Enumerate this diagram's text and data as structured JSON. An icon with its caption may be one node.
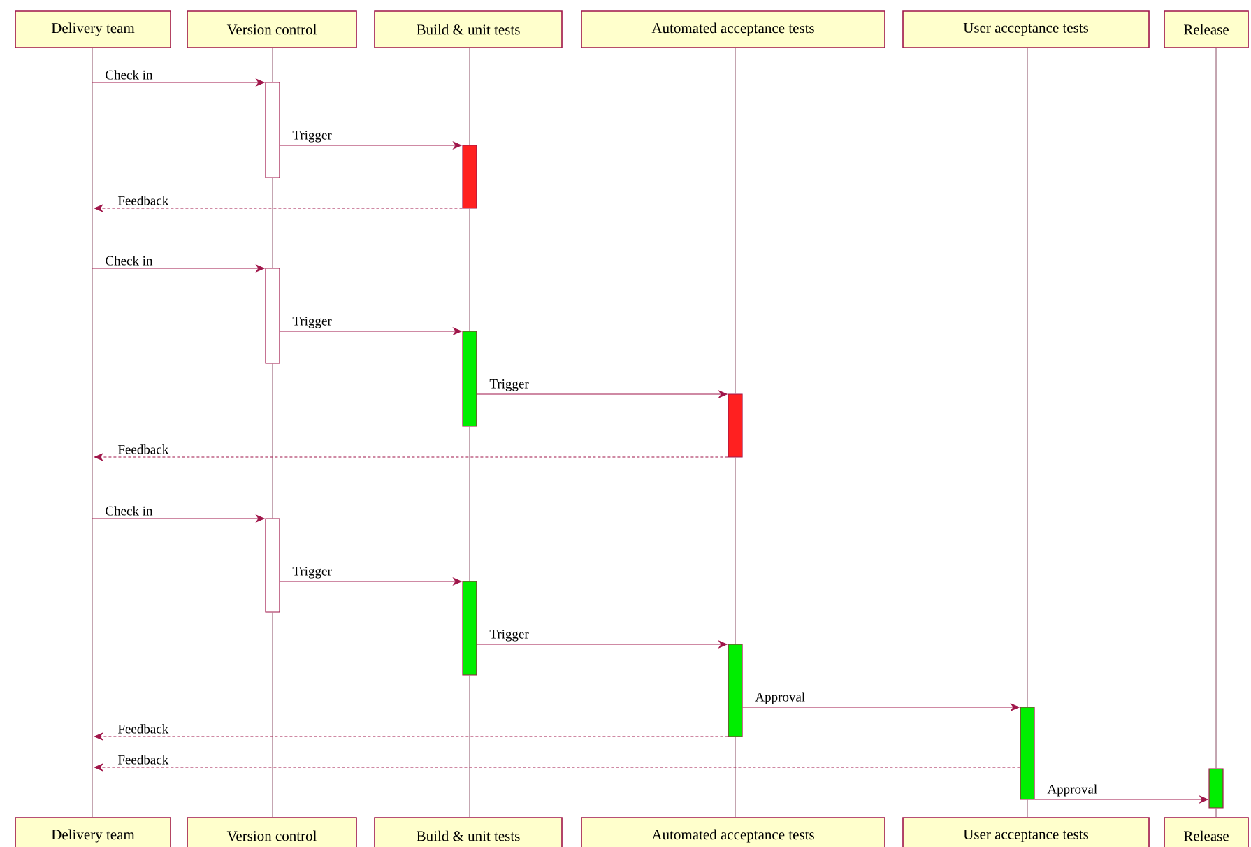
{
  "diagram": {
    "nodes": [
      {
        "text": [
          "Delivery team"
        ]
      },
      {
        "text": [
          "Version control"
        ]
      },
      {
        "text": [
          "Build & unit tests"
        ]
      },
      {
        "text": [
          "Automated acceptance tests"
        ]
      },
      {
        "text": [
          "User acceptance tests"
        ]
      },
      {
        "text": [
          "Release"
        ]
      },
      {
        "text": [
          "Delivery team"
        ]
      },
      {
        "text": [
          "Version control"
        ]
      },
      {
        "text": [
          "Build & unit tests"
        ]
      },
      {
        "text": [
          "Automated acceptance tests"
        ]
      },
      {
        "text": [
          "User acceptance tests"
        ]
      },
      {
        "text": [
          "Release"
        ]
      },
      {
        "text": [],
        "shape": "bar"
      },
      {
        "text": [],
        "shape": "bar"
      },
      {
        "text": [],
        "shape": "bar"
      },
      {
        "text": [],
        "shape": "bar"
      },
      {
        "text": [],
        "shape": "bar"
      },
      {
        "text": [],
        "shape": "bar"
      },
      {
        "text": [],
        "shape": "bar"
      },
      {
        "text": [],
        "shape": "bar"
      },
      {
        "text": [],
        "shape": "bar"
      },
      {
        "text": [],
        "shape": "bar"
      }
    ],
    "edges": [
      {
        "from": 0,
        "to": 6,
        "arrow": "none",
        "color": "#9e6b7e"
      },
      {
        "from": 1,
        "to": 12,
        "arrow": "none",
        "color": "#9e6b7e"
      },
      {
        "from": 12,
        "to": 14,
        "arrow": "none",
        "color": "#9e6b7e"
      },
      {
        "from": 14,
        "to": 17,
        "arrow": "none",
        "color": "#9e6b7e"
      },
      {
        "from": 17,
        "to": 7,
        "arrow": "none",
        "color": "#9e6b7e"
      },
      {
        "from": 2,
        "to": 13,
        "arrow": "none",
        "color": "#9e6b7e"
      },
      {
        "from": 13,
        "to": 15,
        "arrow": "none",
        "color": "#9e6b7e"
      },
      {
        "from": 15,
        "to": 18,
        "arrow": "none",
        "color": "#9e6b7e"
      },
      {
        "from": 18,
        "to": 8,
        "arrow": "none",
        "color": "#9e6b7e"
      },
      {
        "from": 3,
        "to": 16,
        "arrow": "none",
        "color": "#9e6b7e"
      },
      {
        "from": 16,
        "to": 19,
        "arrow": "none",
        "color": "#9e6b7e"
      },
      {
        "from": 19,
        "to": 9,
        "arrow": "none",
        "color": "#9e6b7e"
      },
      {
        "from": 4,
        "to": 20,
        "arrow": "none",
        "color": "#9e6b7e"
      },
      {
        "from": 20,
        "to": 10,
        "arrow": "none",
        "color": "#9e6b7e"
      },
      {
        "from": 5,
        "to": 21,
        "arrow": "none",
        "color": "#9e6b7e"
      },
      {
        "from": 21,
        "to": 11,
        "arrow": "none",
        "color": "#9e6b7e"
      },
      {
        "from": null,
        "to": 12,
        "arrow": "to",
        "label": "Check in"
      },
      {
        "from": 12,
        "to": 13,
        "arrow": "to",
        "label": "Trigger"
      },
      {
        "from": 13,
        "to": null,
        "arrow": "to",
        "label": "Feedback",
        "style": "dashed"
      },
      {
        "from": null,
        "to": 14,
        "arrow": "to",
        "label": "Check in"
      },
      {
        "from": 14,
        "to": 15,
        "arrow": "to",
        "label": "Trigger"
      },
      {
        "from": 15,
        "to": 16,
        "arrow": "to",
        "label": "Trigger"
      },
      {
        "from": 16,
        "to": null,
        "arrow": "to",
        "label": "Feedback",
        "style": "dashed"
      },
      {
        "from": null,
        "to": 17,
        "arrow": "to",
        "label": "Check in"
      },
      {
        "from": 17,
        "to": 18,
        "arrow": "to",
        "label": "Trigger"
      },
      {
        "from": 18,
        "to": 19,
        "arrow": "to",
        "label": "Trigger"
      },
      {
        "from": 19,
        "to": 20,
        "arrow": "to",
        "label": "Approval"
      },
      {
        "from": 19,
        "to": null,
        "arrow": "to",
        "label": "Feedback",
        "style": "dashed"
      },
      {
        "from": 20,
        "to": null,
        "arrow": "to",
        "label": "Feedback",
        "style": "dashed"
      },
      {
        "from": 20,
        "to": 21,
        "arrow": "to",
        "label": "Approval"
      }
    ]
  }
}
